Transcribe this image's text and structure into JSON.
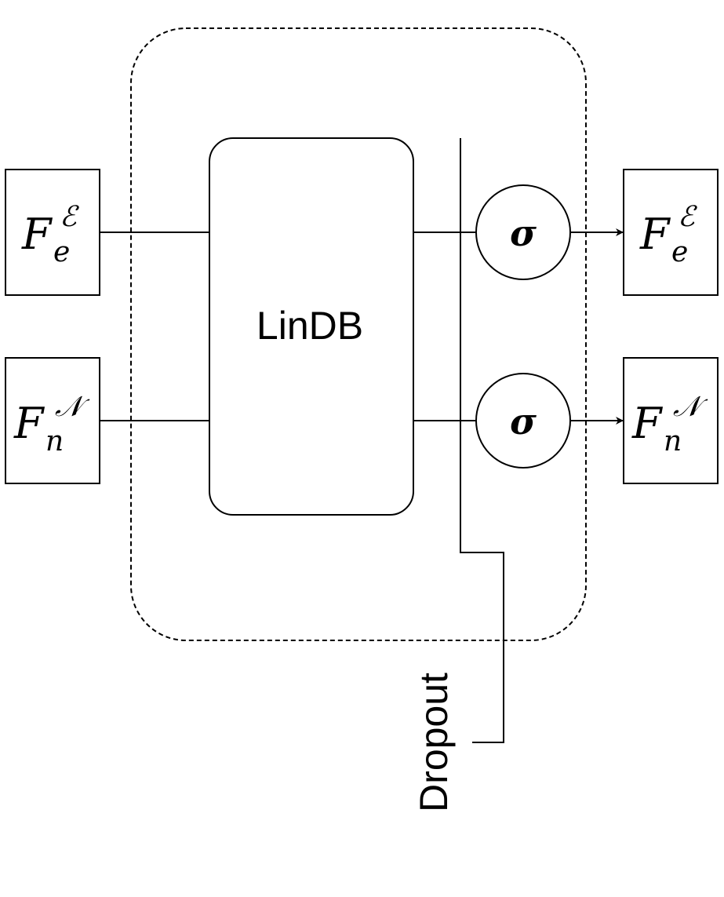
{
  "diagram": {
    "inputs": [
      {
        "base": "F",
        "sub": "e",
        "sup": "ℰ"
      },
      {
        "base": "F",
        "sub": "n",
        "sup": "𝒩"
      }
    ],
    "outputs": [
      {
        "base": "F",
        "sub": "e",
        "sup": "ℰ"
      },
      {
        "base": "F",
        "sub": "n",
        "sup": "𝒩"
      }
    ],
    "block_label": "LinDB",
    "activation_symbol": "σ",
    "dropout_label": "Dropout"
  }
}
